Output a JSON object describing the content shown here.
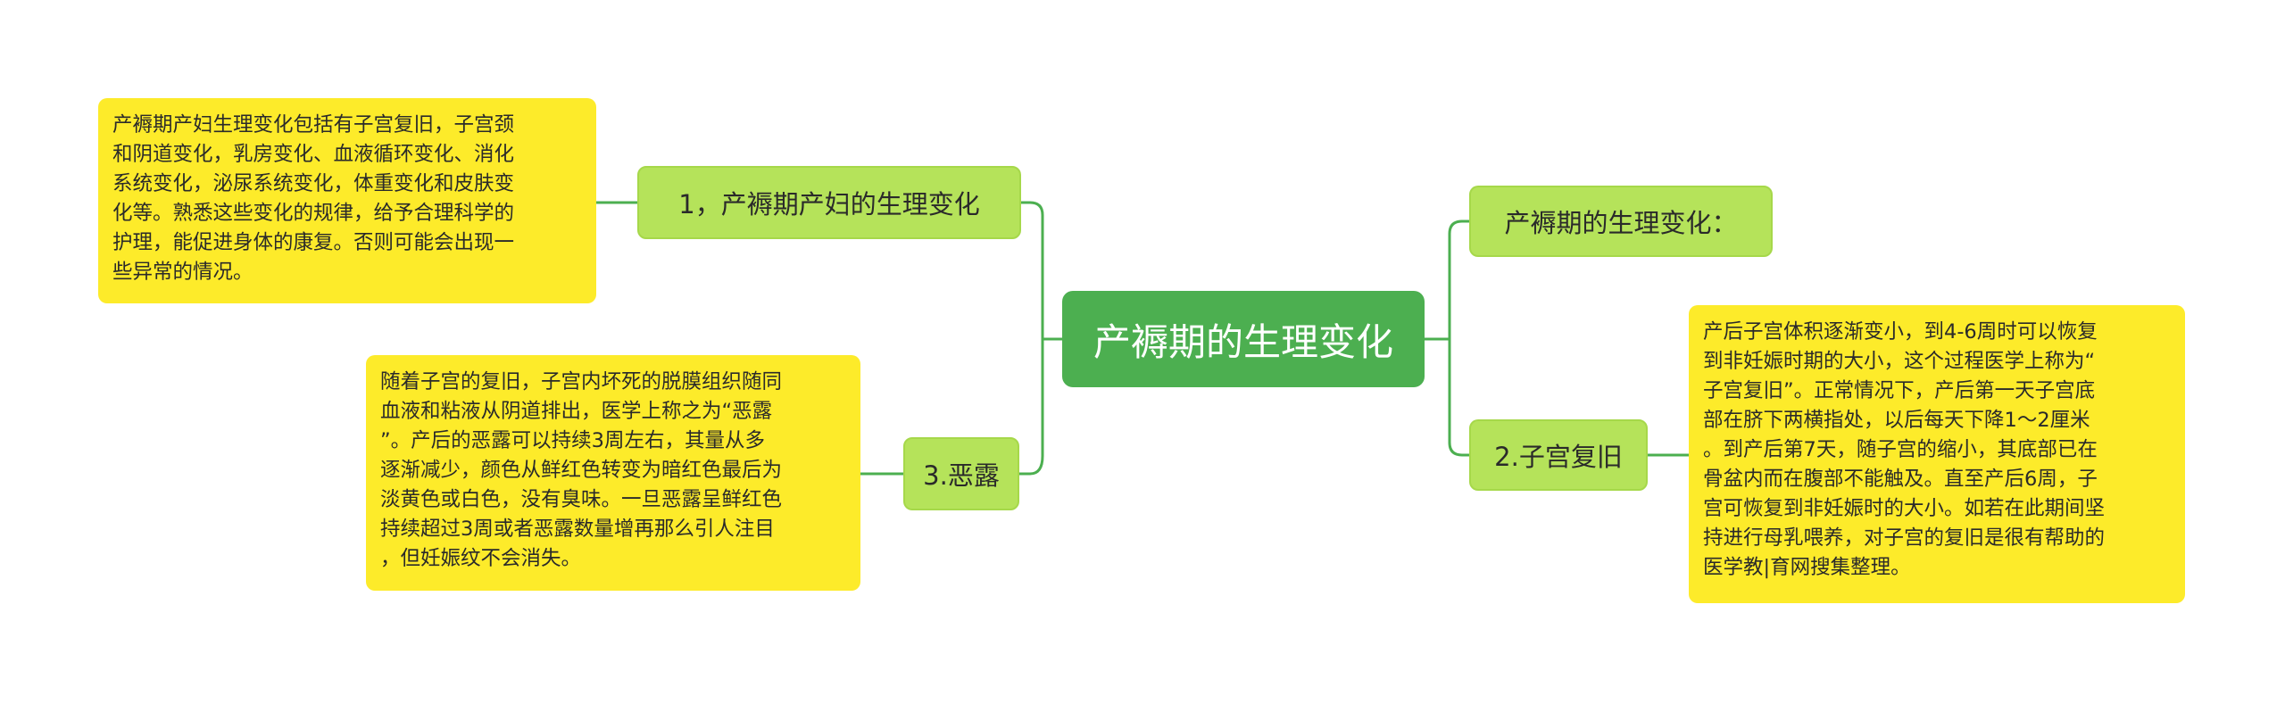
{
  "root": {
    "label": "产褥期的生理变化"
  },
  "left_branches": [
    {
      "label": "1，产褥期产妇的生理变化",
      "note": "产褥期产妇生理变化包括有子宫复旧，子宫颈\n和阴道变化，乳房变化、血液循环变化、消化\n系统变化，泌尿系统变化，体重变化和皮肤变\n化等。熟悉这些变化的规律，给予合理科学的\n护理，能促进身体的康复。否则可能会出现一\n些异常的情况。"
    },
    {
      "label": "3.恶露",
      "note": "随着子宫的复旧，子宫内坏死的脱膜组织随同\n血液和粘液从阴道排出，医学上称之为“恶露\n”。产后的恶露可以持续3周左右，其量从多\n逐渐减少，颜色从鲜红色转变为暗红色最后为\n淡黄色或白色，没有臭味。一旦恶露呈鲜红色\n持续超过3周或者恶露数量增再那么引人注目\n，但妊娠纹不会消失。"
    }
  ],
  "right_branches": [
    {
      "label": "产褥期的生理变化："
    },
    {
      "label": "2.子宫复旧",
      "note": "产后子宫体积逐渐变小，到4-6周时可以恢复\n到非妊娠时期的大小，这个过程医学上称为“\n子宫复旧”。正常情况下，产后第一天子宫底\n部在脐下两横指处，以后每天下降1～2厘米\n。到产后第7天，随子宫的缩小，其底部已在\n骨盆内而在腹部不能触及。直至产后6周，子\n宫可恢复到非妊娠时的大小。如若在此期间坚\n持进行母乳喂养，对子宫的复旧是很有帮助的\n医学教|育网搜集整理。"
    }
  ],
  "colors": {
    "root_fill": "#4caf50",
    "topic_fill": "#b5e35a",
    "note_fill": "#fdeb2a",
    "connector": "#4caf50"
  }
}
